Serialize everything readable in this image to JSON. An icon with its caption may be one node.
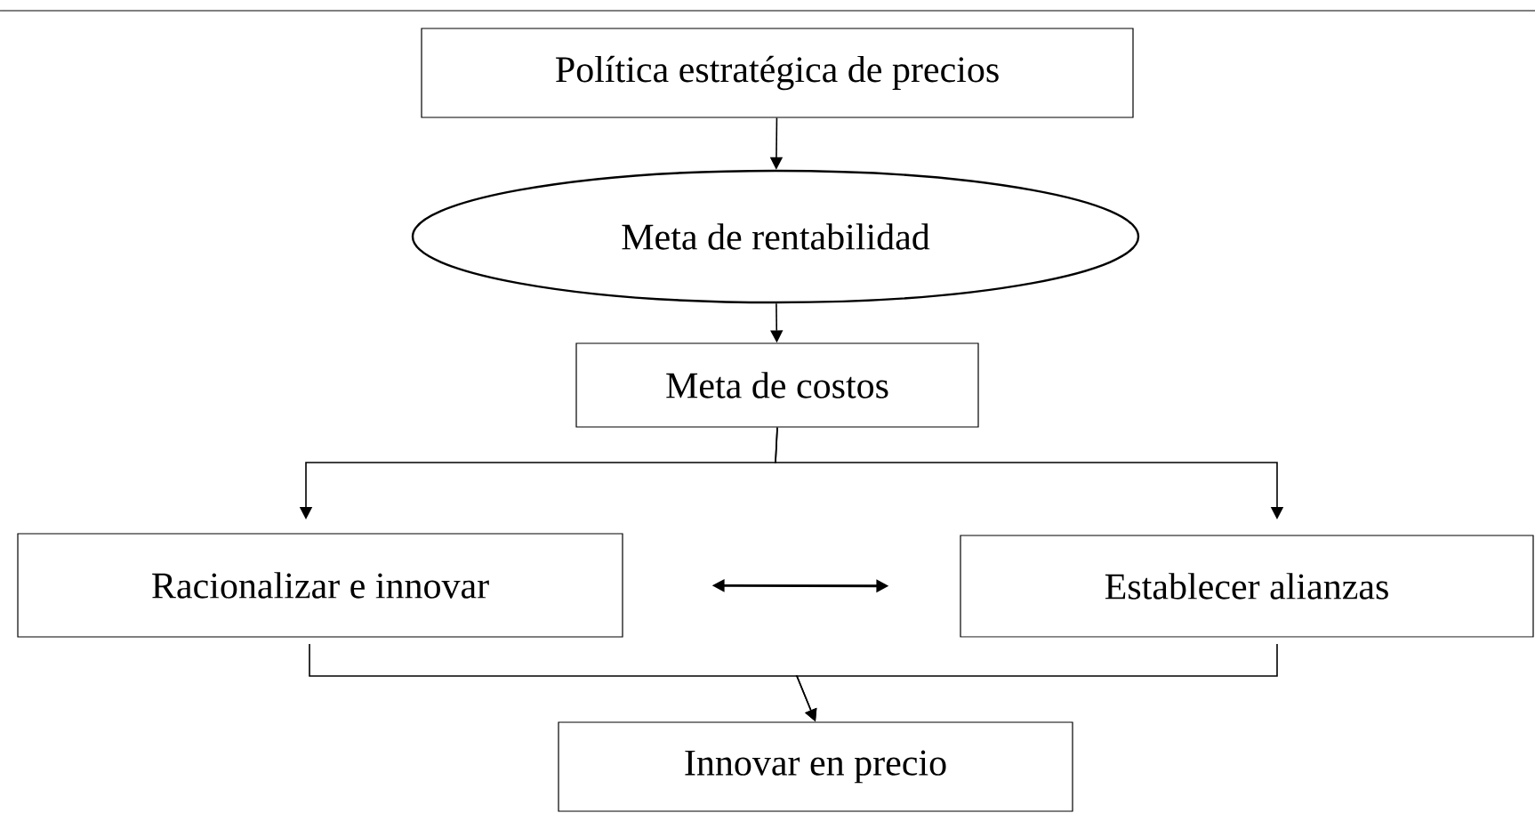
{
  "diagram": {
    "nodes": [
      {
        "text": [
          "Política estratégica de precios"
        ]
      },
      {
        "text": [
          "Meta de rentabilidad"
        ]
      },
      {
        "text": [
          "Meta de costos"
        ]
      },
      {
        "text": [
          "Racionalizar e innovar"
        ]
      },
      {
        "text": [
          "Establecer alianzas"
        ]
      },
      {
        "text": [
          "Innovar en precio"
        ]
      }
    ],
    "edges": [
      {
        "from": 0,
        "to": 1,
        "arrow": "to"
      },
      {
        "from": 1,
        "to": 2,
        "arrow": "to"
      },
      {
        "from": 2,
        "to": 3,
        "arrow": "to"
      },
      {
        "from": 2,
        "to": 4,
        "arrow": "to"
      },
      {
        "from": 3,
        "to": 4,
        "arrow": "both"
      },
      {
        "from": 3,
        "to": 5,
        "arrow": "to"
      },
      {
        "from": 4,
        "to": 5,
        "arrow": "to"
      }
    ]
  }
}
